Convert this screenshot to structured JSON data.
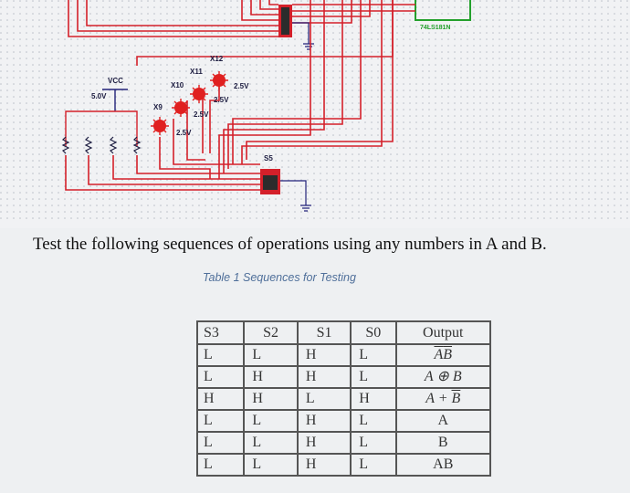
{
  "schematic": {
    "labels": {
      "vcc": "VCC",
      "vcc_value": "5.0V",
      "x9": "X9",
      "x10": "X10",
      "x11": "X11",
      "x12": "X12",
      "v1": "2.5V",
      "v2": "2.5V",
      "v3": "2.5V",
      "v4": "2.5V",
      "s5": "S5",
      "chip": "74LS181N"
    },
    "colors": {
      "wire": "#d4202a",
      "component": "#23237a",
      "chip": "#23a02c",
      "probe": "#e02020"
    }
  },
  "instruction": "Test the following sequences of operations using any numbers in A and B.",
  "caption": "Table 1 Sequences for Testing",
  "table": {
    "headers": [
      "S3",
      "S2",
      "S1",
      "S0",
      "Output"
    ],
    "rows": [
      [
        "L",
        "L",
        "H",
        "L"
      ],
      [
        "L",
        "H",
        "H",
        "L"
      ],
      [
        "H",
        "H",
        "L",
        "H"
      ],
      [
        "L",
        "L",
        "H",
        "L"
      ],
      [
        "L",
        "L",
        "H",
        "L"
      ],
      [
        "L",
        "L",
        "H",
        "L"
      ]
    ],
    "outputs": [
      {
        "a": "A",
        "op": "",
        "b": "B",
        "overline": "all"
      },
      {
        "a": "A",
        "op": " ⊕ ",
        "b": "B",
        "overline": "none"
      },
      {
        "a": "A",
        "op": " + ",
        "b": "B",
        "overline": "b"
      },
      {
        "a": "A",
        "op": "",
        "b": "",
        "overline": "none"
      },
      {
        "a": "B",
        "op": "",
        "b": "",
        "overline": "none"
      },
      {
        "a": "AB",
        "op": "",
        "b": "",
        "overline": "none"
      }
    ]
  }
}
